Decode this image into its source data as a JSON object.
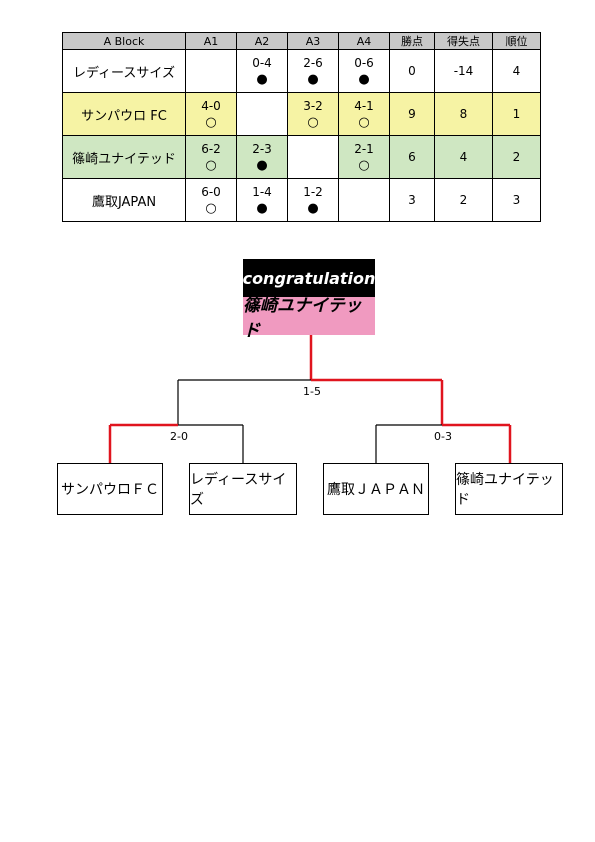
{
  "league": {
    "header": [
      "A Block",
      "A1",
      "A2",
      "A3",
      "A4",
      "勝点",
      "得失点",
      "順位"
    ],
    "rows": [
      {
        "team": "レディースサイズ",
        "bg": "#ffffff",
        "cells": [
          null,
          {
            "score": "0-4",
            "mark": "●"
          },
          {
            "score": "2-6",
            "mark": "●"
          },
          {
            "score": "0-6",
            "mark": "●"
          }
        ],
        "points": "0",
        "diff": "-14",
        "rank": "4"
      },
      {
        "team": "サンパウロ FC",
        "bg": "#f6f3a4",
        "cells": [
          {
            "score": "4-0",
            "mark": "○"
          },
          null,
          {
            "score": "3-2",
            "mark": "○"
          },
          {
            "score": "4-1",
            "mark": "○"
          }
        ],
        "points": "9",
        "diff": "8",
        "rank": "1"
      },
      {
        "team": "篠崎ユナイテッド",
        "bg": "#cfe7c2",
        "cells": [
          {
            "score": "6-2",
            "mark": "○"
          },
          {
            "score": "2-3",
            "mark": "●"
          },
          null,
          {
            "score": "2-1",
            "mark": "○"
          }
        ],
        "points": "6",
        "diff": "4",
        "rank": "2"
      },
      {
        "team": "鷹取JAPAN",
        "bg": "#ffffff",
        "cells": [
          {
            "score": "6-0",
            "mark": "○"
          },
          {
            "score": "1-4",
            "mark": "●"
          },
          {
            "score": "1-2",
            "mark": "●"
          },
          null
        ],
        "points": "3",
        "diff": "2",
        "rank": "3"
      }
    ]
  },
  "champion": {
    "congrats": "congratulation",
    "name": "篠崎ユナイテッド"
  },
  "bracket": {
    "teams": [
      "サンパウロＦＣ",
      "レディースサイズ",
      "鷹取ＪＡＰＡＮ",
      "篠崎ユナイテッド"
    ],
    "semi_left_score": "2-0",
    "semi_right_score": "0-3",
    "final_score": "1-5",
    "winner_line_color": "#e0141e",
    "line_color": "#000000"
  }
}
